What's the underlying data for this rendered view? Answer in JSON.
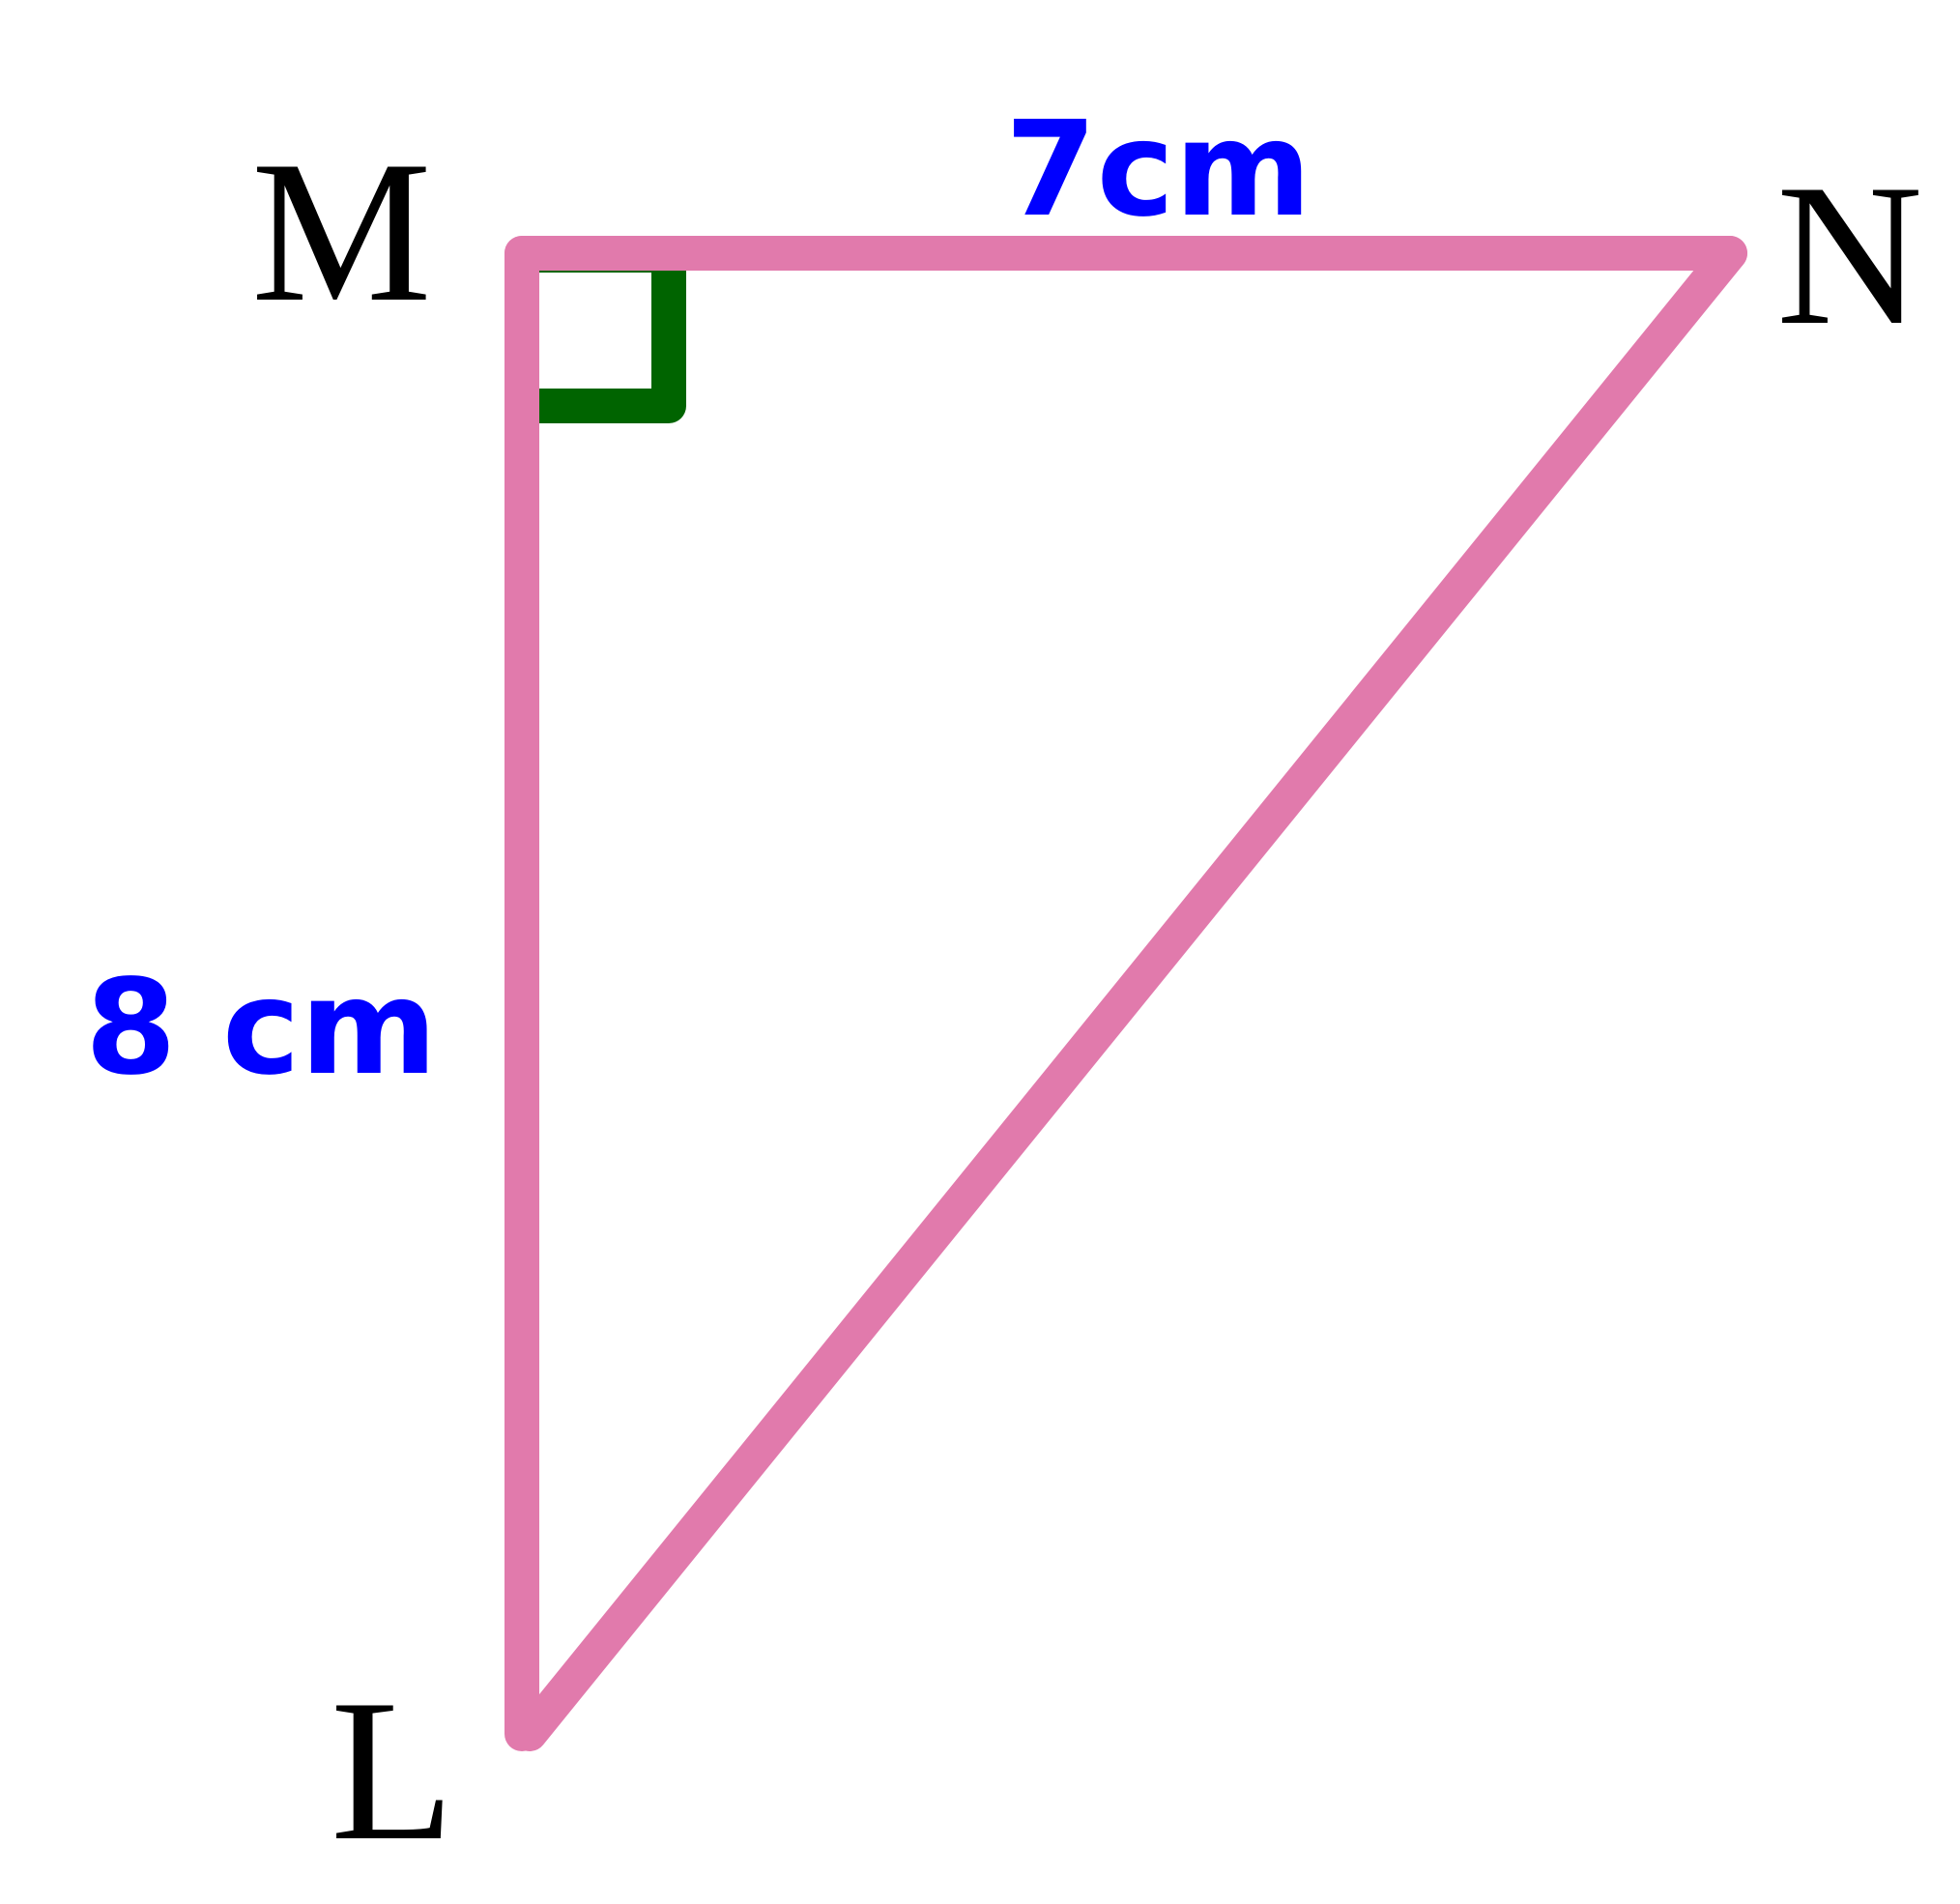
{
  "vertices": {
    "M": "M",
    "N": "N",
    "L": "L"
  },
  "sides": {
    "mn": "7cm",
    "ml": "8 cm"
  },
  "colors": {
    "triangle": "#e17aac",
    "right_angle_marker": "#006400",
    "side_label": "#0000ff",
    "vertex_label": "#000000",
    "background": "#ffffff"
  }
}
